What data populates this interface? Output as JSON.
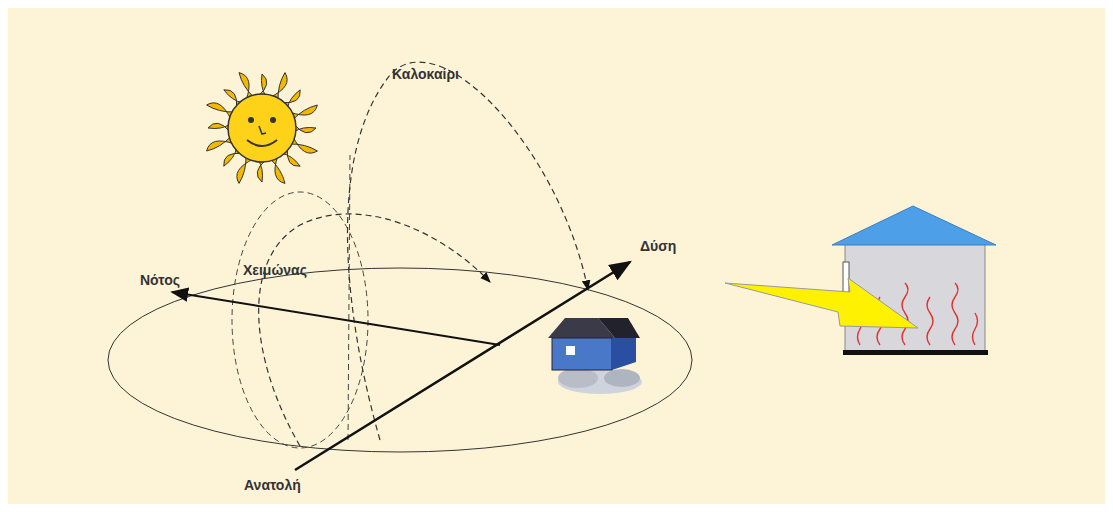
{
  "diagram": {
    "labels": [
      "Καλοκαίρι",
      "Χειμώνας",
      "Νότος",
      "Δύση",
      "Ανατολή"
    ]
  }
}
